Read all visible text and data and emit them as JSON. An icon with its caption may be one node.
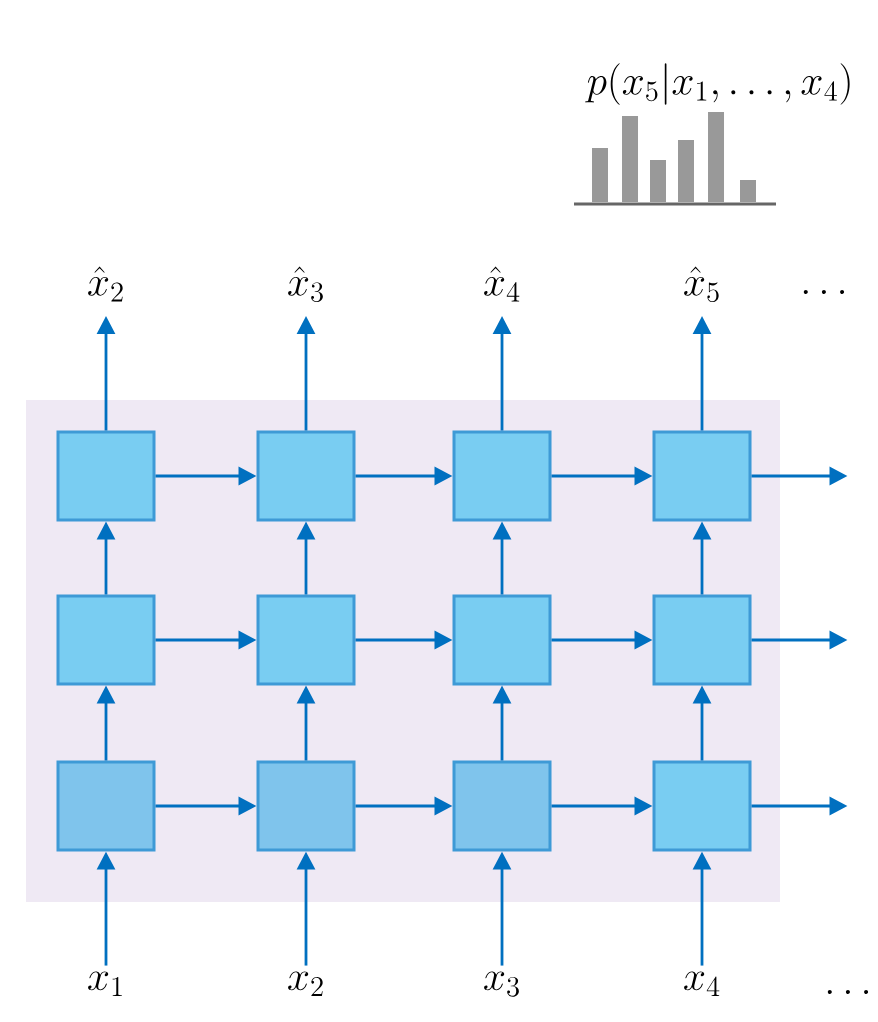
{
  "diagram": {
    "nodes": [
      {
        "text": [
          "\\hat{x}_2"
        ]
      },
      {
        "text": [
          "\\hat{x}_3"
        ]
      },
      {
        "text": [
          "\\hat{x}_4"
        ]
      },
      {
        "text": [
          "\\hat{x}_5"
        ]
      },
      {
        "text": [],
        "shape": "box"
      },
      {
        "text": [],
        "shape": "box"
      },
      {
        "text": [],
        "shape": "box"
      },
      {
        "text": [],
        "shape": "box"
      },
      {
        "text": [],
        "shape": "box"
      },
      {
        "text": [],
        "shape": "box"
      },
      {
        "text": [],
        "shape": "box"
      },
      {
        "text": [],
        "shape": "box"
      },
      {
        "text": [],
        "shape": "box"
      },
      {
        "text": [],
        "shape": "box"
      },
      {
        "text": [],
        "shape": "box"
      },
      {
        "text": [],
        "shape": "box"
      },
      {
        "text": [
          "x_1"
        ]
      },
      {
        "text": [
          "x_2"
        ]
      },
      {
        "text": [
          "x_3"
        ]
      },
      {
        "text": [
          "x_4"
        ]
      }
    ],
    "edges": [
      {
        "from": 4,
        "to": 0,
        "arrow": "to"
      },
      {
        "from": 5,
        "to": 1,
        "arrow": "to"
      },
      {
        "from": 6,
        "to": 2,
        "arrow": "to"
      },
      {
        "from": 7,
        "to": 3,
        "arrow": "to"
      },
      {
        "from": 4,
        "to": 5,
        "arrow": "to"
      },
      {
        "from": 5,
        "to": 6,
        "arrow": "to"
      },
      {
        "from": 6,
        "to": 7,
        "arrow": "to"
      },
      {
        "from": 7,
        "to": null,
        "arrow": "to"
      },
      {
        "from": 8,
        "to": 4,
        "arrow": "to"
      },
      {
        "from": 9,
        "to": 5,
        "arrow": "to"
      },
      {
        "from": 10,
        "to": 6,
        "arrow": "to"
      },
      {
        "from": 11,
        "to": 7,
        "arrow": "to"
      },
      {
        "from": 8,
        "to": 9,
        "arrow": "to"
      },
      {
        "from": 9,
        "to": 10,
        "arrow": "to"
      },
      {
        "from": 10,
        "to": 11,
        "arrow": "to"
      },
      {
        "from": 11,
        "to": null,
        "arrow": "to"
      },
      {
        "from": 12,
        "to": 8,
        "arrow": "to"
      },
      {
        "from": 13,
        "to": 9,
        "arrow": "to"
      },
      {
        "from": 14,
        "to": 10,
        "arrow": "to"
      },
      {
        "from": 15,
        "to": 11,
        "arrow": "to"
      },
      {
        "from": 12,
        "to": 13,
        "arrow": "to"
      },
      {
        "from": 13,
        "to": 14,
        "arrow": "to"
      },
      {
        "from": 14,
        "to": 15,
        "arrow": "to"
      },
      {
        "from": 15,
        "to": null,
        "arrow": "to"
      },
      {
        "from": 16,
        "to": 12,
        "arrow": "to"
      },
      {
        "from": 17,
        "to": 13,
        "arrow": "to"
      },
      {
        "from": 18,
        "to": 14,
        "arrow": "to"
      },
      {
        "from": 19,
        "to": 15,
        "arrow": "to"
      }
    ],
    "labels": [
      "p(x_5|x_1,\\ldots,x_4)",
      "\\ldots",
      "\\ldots"
    ]
  }
}
